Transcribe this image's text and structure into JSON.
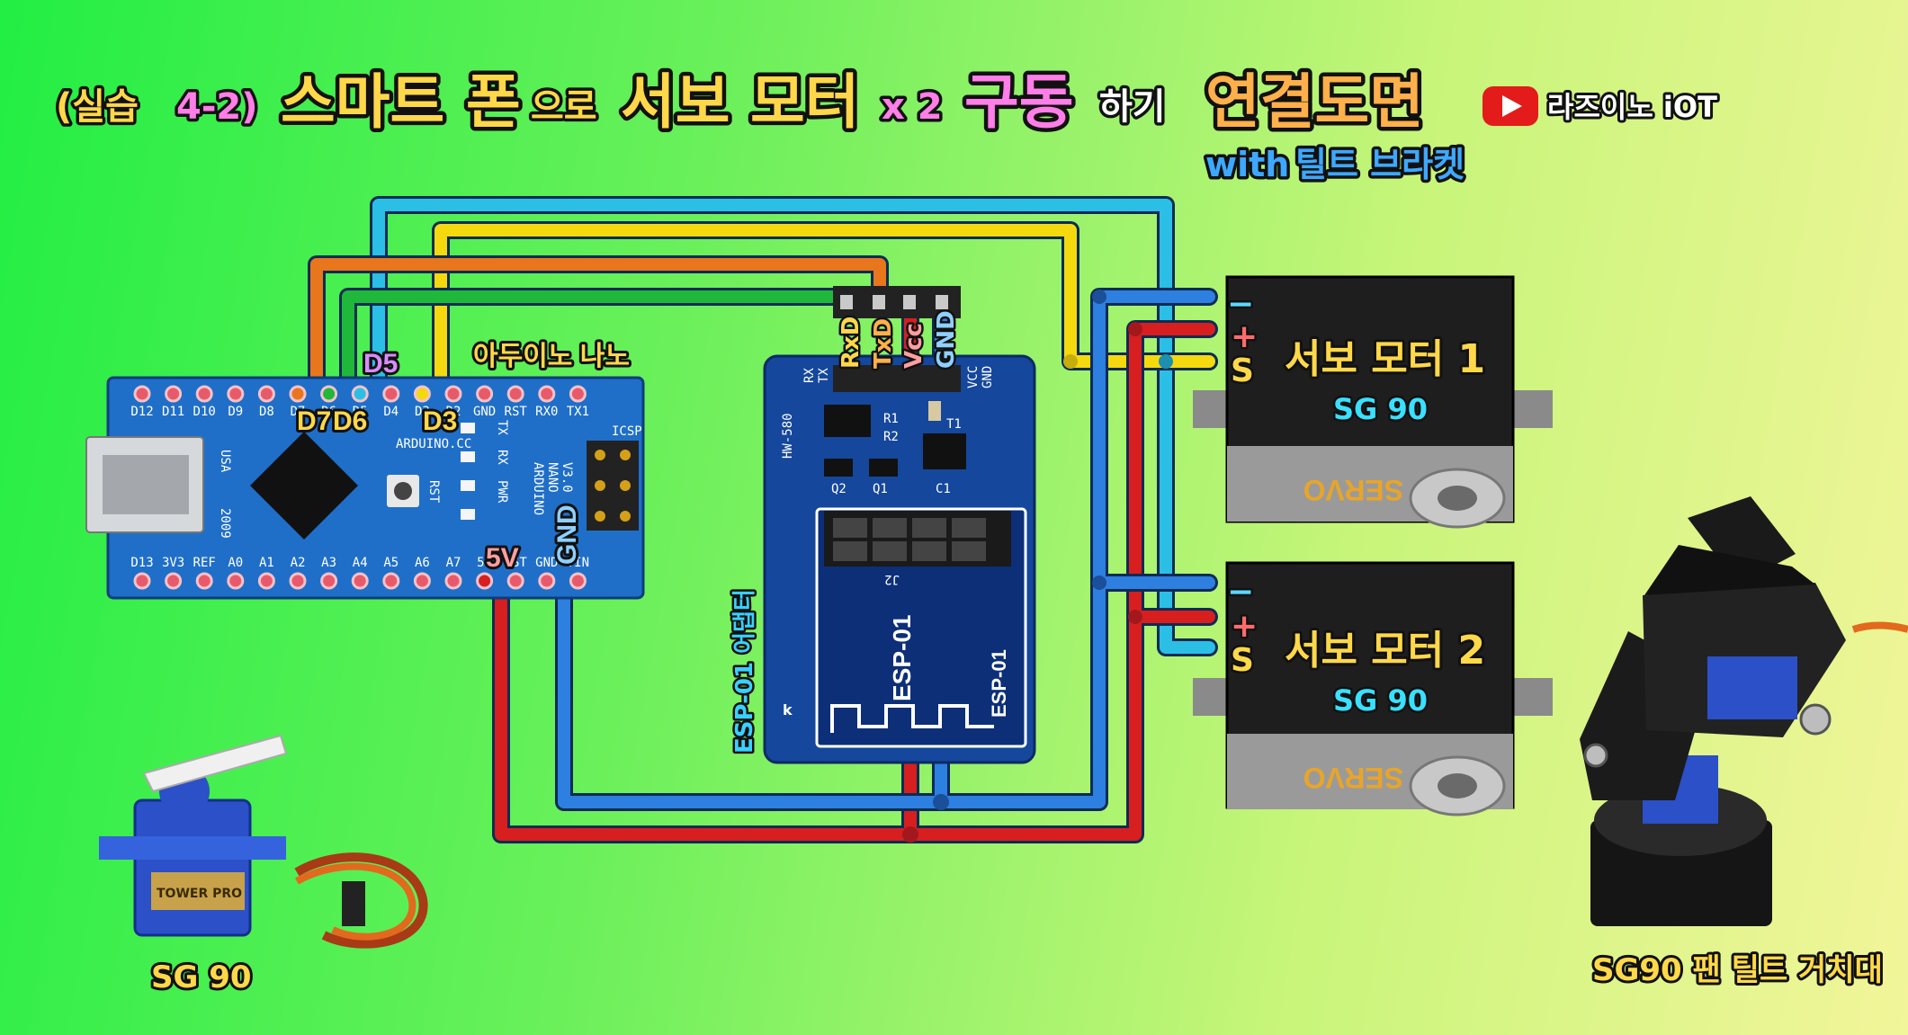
{
  "title": {
    "open": "(실습",
    "num": "4-2)",
    "w1": "스마트",
    "w2": "폰",
    "w3": "으로",
    "w4": "서보",
    "w5": "모터",
    "x2": "x 2",
    "w6": "구동",
    "w7": "하기",
    "w8": "연결도면",
    "sub_with": "with",
    "sub_rest": "틸트 브라켓"
  },
  "channel": {
    "name": "라즈이노 iOT"
  },
  "arduino": {
    "label": "아두이노 나노",
    "top_pins": [
      "D12",
      "D11",
      "D10",
      "D9",
      "D8",
      "D7",
      "D6",
      "D5",
      "D4",
      "D3",
      "D2",
      "GND",
      "RST",
      "RX0",
      "TX1"
    ],
    "bottom_pins": [
      "D13",
      "3V3",
      "REF",
      "A0",
      "A1",
      "A2",
      "A3",
      "A4",
      "A5",
      "A6",
      "A7",
      "5V",
      "RST",
      "GND",
      "VIN"
    ],
    "board_text": [
      "ARDUINO.CC",
      "ARDUINO",
      "NANO",
      "V3.0",
      "USA",
      "2009",
      "TX",
      "RX",
      "PWR",
      "RST",
      "ICSP"
    ],
    "callouts": {
      "d7": "D7",
      "d6": "D6",
      "d5": "D5",
      "d3": "D3",
      "v5": "5V",
      "gnd": "GND"
    }
  },
  "esp": {
    "label": "ESP-01 어댑터",
    "pin_labels": [
      "RxD",
      "TxD",
      "Vcc",
      "GND"
    ],
    "board_text": [
      "RX",
      "TX",
      "VCC",
      "GND",
      "HW-580",
      "J2",
      "R1",
      "R2",
      "Q1",
      "Q2",
      "T1",
      "C1",
      "ESP-01",
      "ESP-01",
      "k"
    ]
  },
  "servos": [
    {
      "title": "서보 모터 1",
      "model": "SG 90",
      "brand": "SERVO",
      "pins": [
        "−",
        "+",
        "S"
      ]
    },
    {
      "title": "서보 모터 2",
      "model": "SG 90",
      "brand": "SERVO",
      "pins": [
        "−",
        "+",
        "S"
      ]
    }
  ],
  "photos": {
    "sg90_label": "SG 90",
    "sg90_brand": "TOWER PRO",
    "bracket_label": "SG90 팬 틸트 거치대"
  },
  "colors": {
    "wire_d7": "#e8761c",
    "wire_d6": "#1fb83a",
    "wire_d5": "#2bbfe6",
    "wire_d3": "#f5d90f",
    "wire_5v": "#d71f1f",
    "wire_gnd": "#2d7fe0",
    "board_nano": "#1f6fc9",
    "board_esp": "#15479c"
  }
}
